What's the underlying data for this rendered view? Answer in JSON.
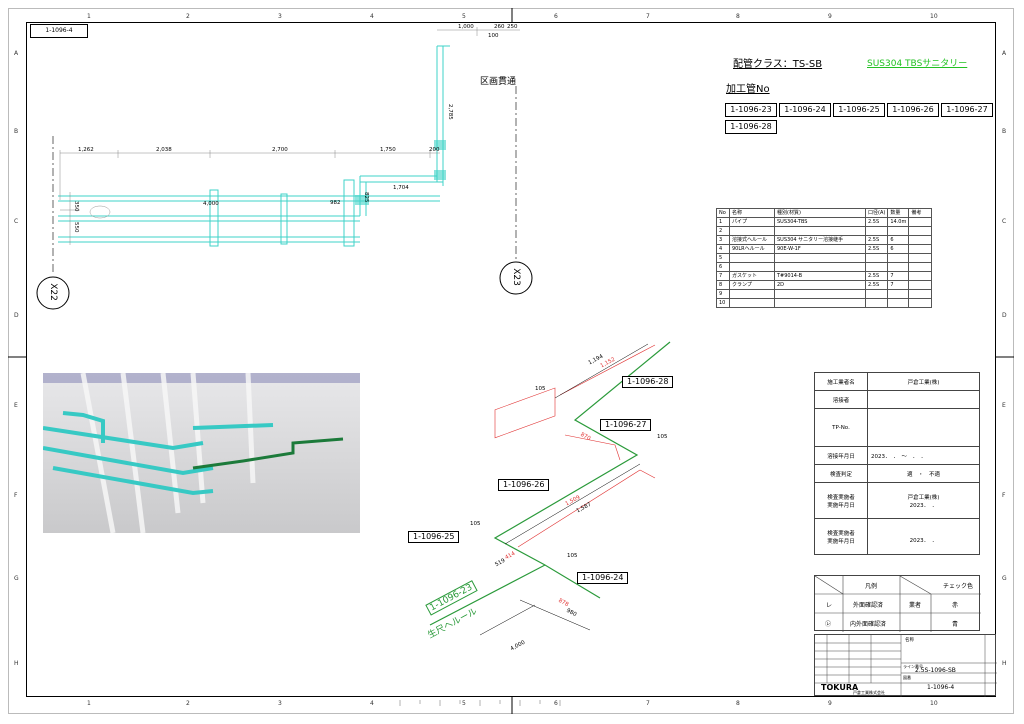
{
  "sheet_id": "1-1096-4",
  "column_numbers": [
    "1",
    "2",
    "3",
    "4",
    "5",
    "6",
    "7",
    "8",
    "9",
    "10"
  ],
  "row_letters": [
    "A",
    "B",
    "C",
    "D",
    "E",
    "F",
    "G",
    "H"
  ],
  "pipe_class": "配管クラス：TS-SB",
  "material_note": "SUS304 TBSサニタリー",
  "processing_no_label": "加工管No",
  "spool_numbers": [
    "1-1096-23",
    "1-1096-24",
    "1-1096-25",
    "1-1096-26",
    "1-1096-27",
    "1-1096-28"
  ],
  "plan": {
    "dims_top": [
      "1,000",
      "260",
      "250",
      "100"
    ],
    "dims_row": [
      "1,262",
      "2,038",
      "2,700",
      "1,750",
      "200"
    ],
    "dims_vertical": [
      "2,785",
      "350",
      "550"
    ],
    "dims_inner": [
      "4,000",
      "982",
      "825",
      "1,704"
    ],
    "penetration_label": "区画貫通",
    "grid_x22": "X22",
    "grid_x23": "X23"
  },
  "bom": {
    "headers": [
      "No",
      "名称",
      "種別(材質)",
      "口径(A)",
      "数量",
      "備考"
    ],
    "rows": [
      [
        "1",
        "パイプ",
        "SUS304-TBS",
        "2.5S",
        "14.0m",
        ""
      ],
      [
        "2",
        "",
        "",
        "",
        "",
        ""
      ],
      [
        "3",
        "溶接式ヘルール",
        "SUS304 サニタリー溶接継手",
        "2.5S",
        "6",
        ""
      ],
      [
        "4",
        "90LRヘルール",
        "90E-W-1F",
        "2.5S",
        "6",
        ""
      ],
      [
        "5",
        "",
        "",
        "",
        "",
        ""
      ],
      [
        "6",
        "",
        "",
        "",
        "",
        ""
      ],
      [
        "7",
        "ガスケット",
        "T#9014-B",
        "2.5S",
        "7",
        ""
      ],
      [
        "8",
        "クランプ",
        "2D",
        "2.5S",
        "7",
        ""
      ],
      [
        "9",
        "",
        "",
        "",
        "",
        ""
      ],
      [
        "10",
        "",
        "",
        "",
        "",
        ""
      ]
    ]
  },
  "info": {
    "rows": [
      [
        "施工業者名",
        "戸倉工業(株)"
      ],
      [
        "溶接者",
        ""
      ],
      [
        "TP-No.",
        ""
      ],
      [
        "溶接年月日",
        "2023．　．　〜　．　．"
      ],
      [
        "検査判定",
        "適　・　不適"
      ],
      [
        "検査実施者\n実施年月日",
        "戸倉工業(株)\n2023．　．"
      ],
      [
        "検査実施者\n実施年月日",
        "\n2023．　．"
      ]
    ]
  },
  "legend": {
    "title_left": "凡例",
    "title_right": "チェック色",
    "row1_mark": "レ",
    "row1_label": "外面確認済",
    "row1_who": "業者",
    "row1_color": "赤",
    "row2_mark": "㋹",
    "row2_label": "内外面確認済",
    "row2_color": "青"
  },
  "title_block": {
    "line_no_label": "ライン番号",
    "line_no": "2.5S-1096-SB",
    "drawing_label": "図番",
    "drawing_no": "1-1096-4",
    "company_logo": "TOKURA",
    "company_name": "戸倉工業株式会社",
    "name_label": "名称"
  },
  "iso": {
    "callouts": [
      "1-1096-28",
      "1-1096-27",
      "1-1096-26",
      "1-1096-25",
      "1-1096-24"
    ],
    "green_tag": "1-1096-23",
    "green_note": "生尺ヘルール",
    "dims_black": [
      "1,194",
      "1,587",
      "519",
      "980",
      "4,000",
      "105",
      "105",
      "105",
      "105"
    ],
    "dims_red": [
      "1,152",
      "1,509",
      "414",
      "878",
      "870"
    ]
  },
  "colors": {
    "pipe_cyan": "#3fd3c8",
    "pipe_green": "#2a9a3a",
    "dim_red": "#e03030",
    "note_green": "#22c122"
  }
}
